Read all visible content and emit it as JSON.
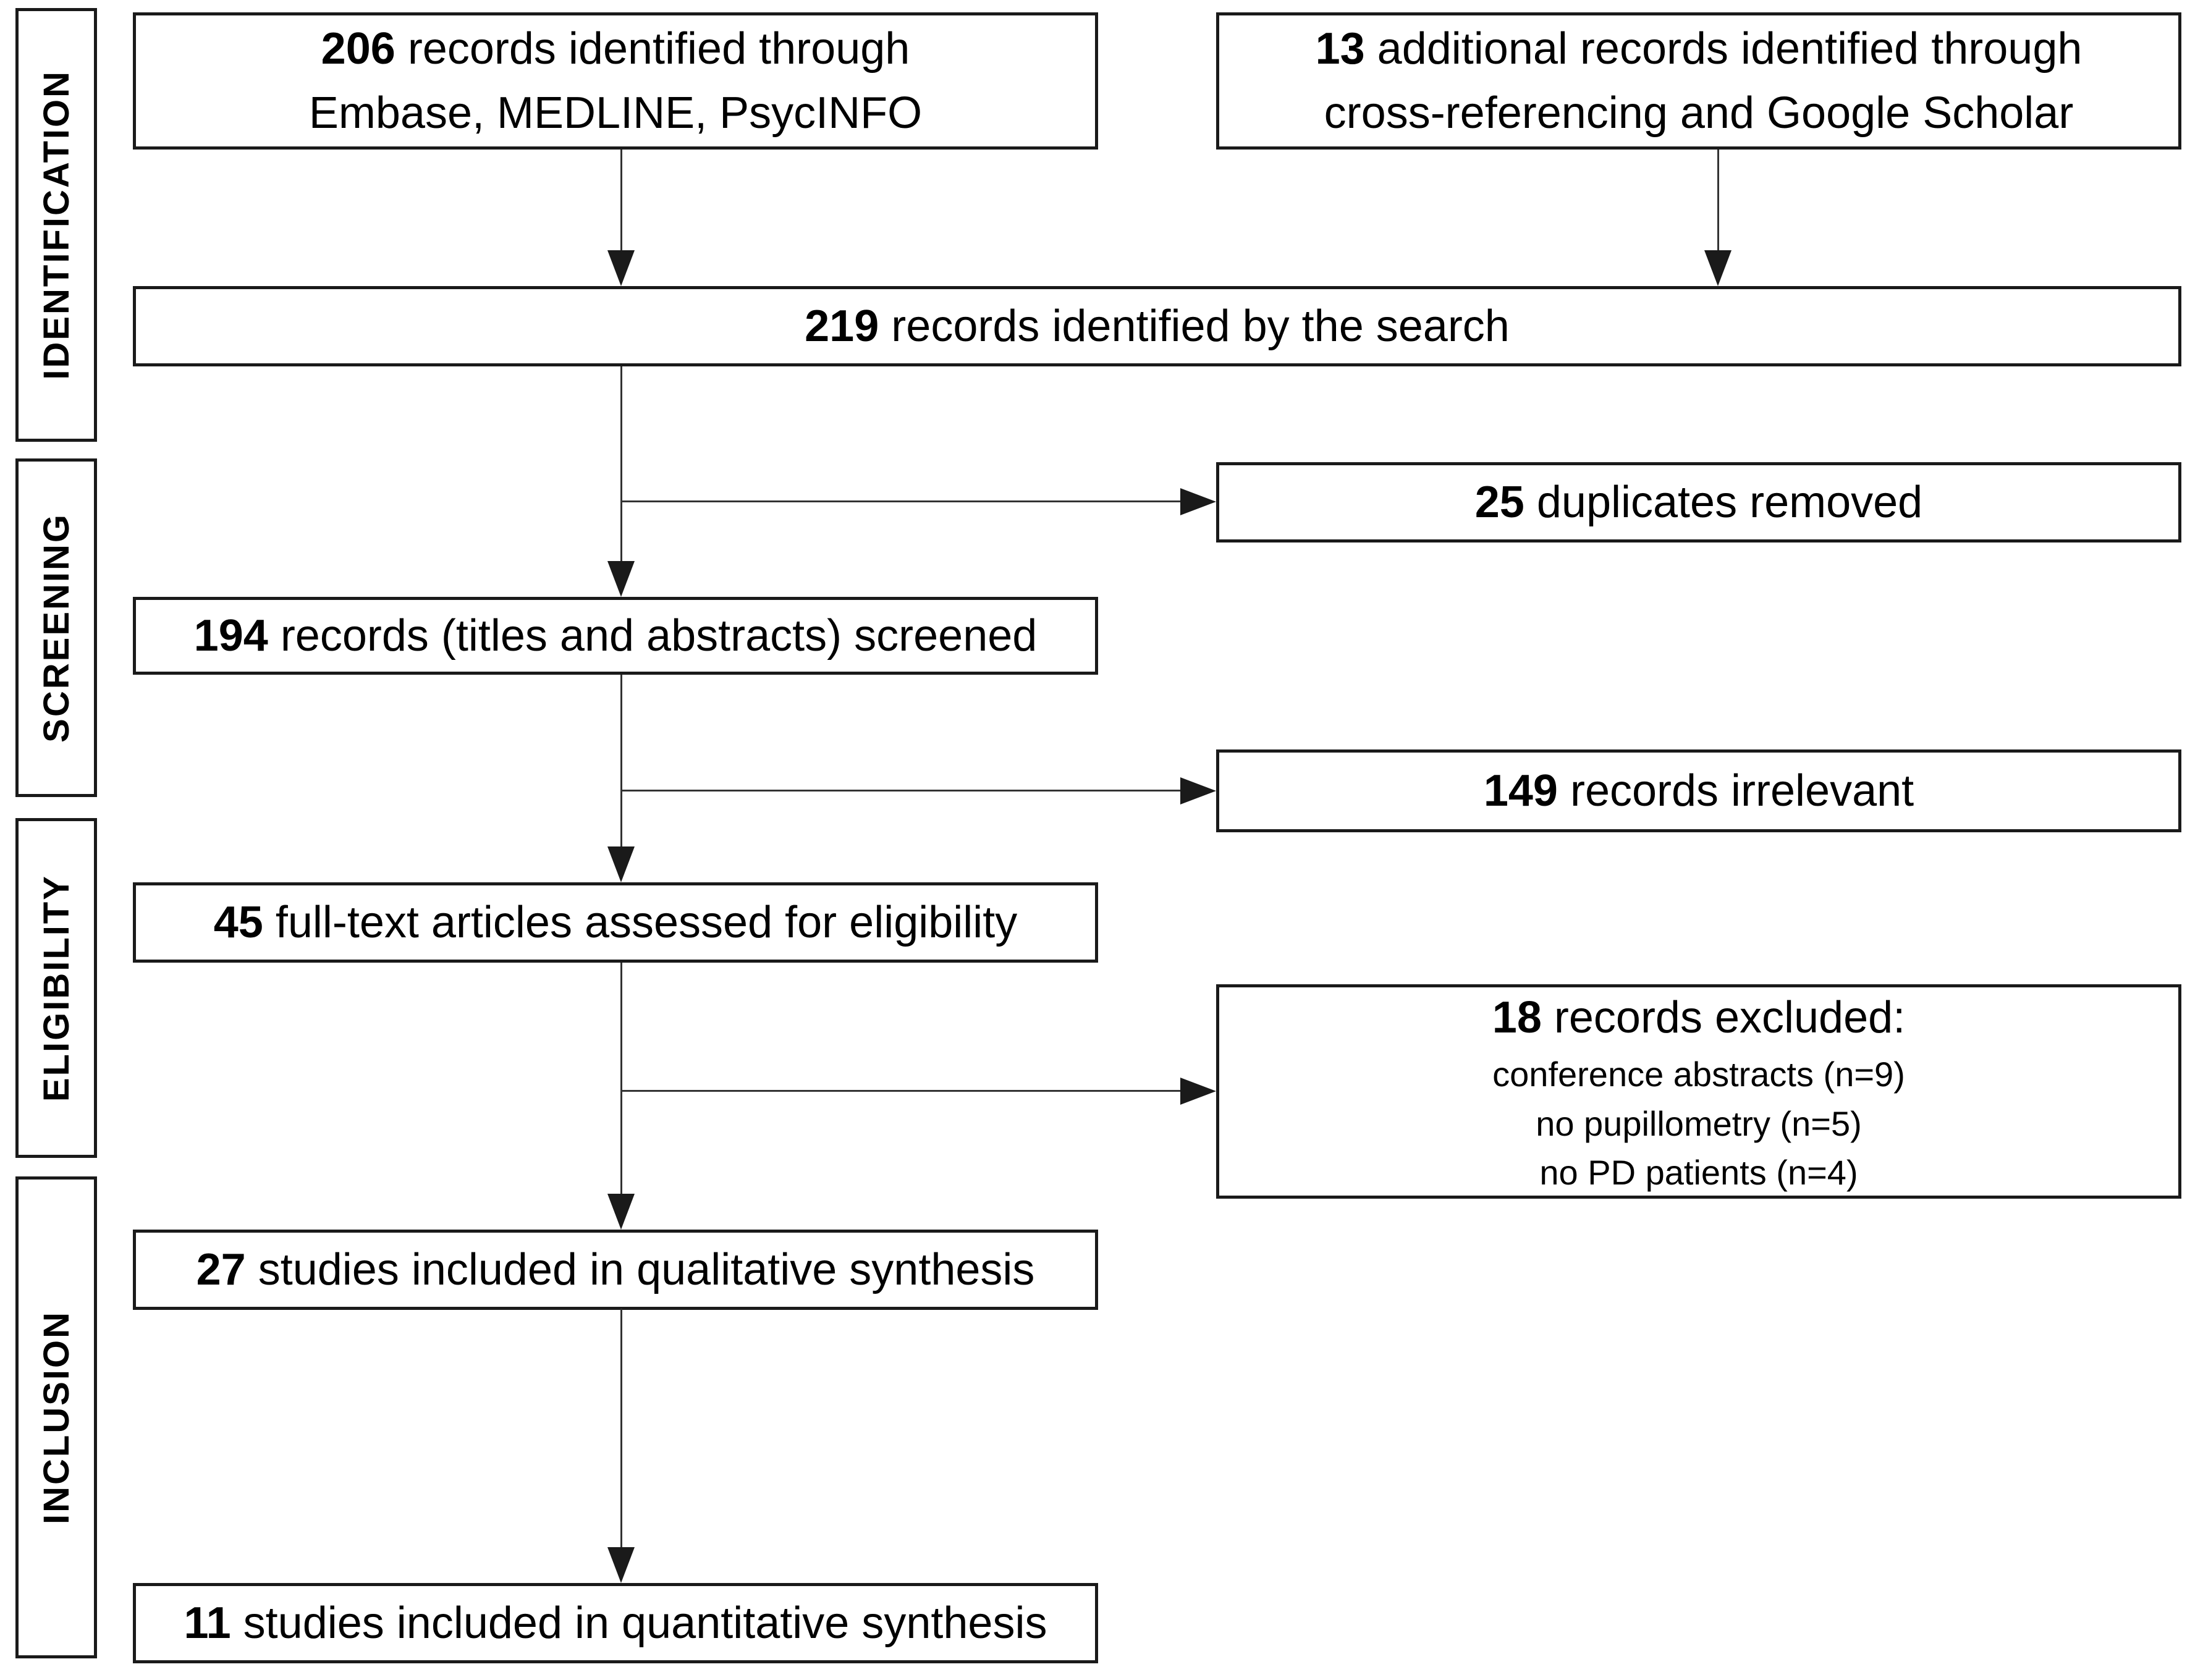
{
  "diagram_type": "PRISMA flow diagram",
  "colors": {
    "background": "#ffffff",
    "border": "#1a1a1a",
    "text": "#000000",
    "line": "#333333"
  },
  "sidebar": {
    "items": [
      {
        "label": "IDENTIFICATION"
      },
      {
        "label": "SCREENING"
      },
      {
        "label": "ELIGIBILITY"
      },
      {
        "label": "INCLUSION"
      }
    ]
  },
  "flow": {
    "identified_databases": {
      "number": "206",
      "text": "records identified through",
      "line2": "Embase, MEDLINE, PsycINFO"
    },
    "identified_other": {
      "number": "13",
      "text": "additional records identified through",
      "line2": "cross-referencing and Google Scholar"
    },
    "identified_total": {
      "number": "219",
      "text": "records identified by the search"
    },
    "duplicates_removed": {
      "number": "25",
      "text": "duplicates removed"
    },
    "screened": {
      "number": "194",
      "text": "records (titles and abstracts) screened"
    },
    "irrelevant": {
      "number": "149",
      "text": "records irrelevant"
    },
    "fulltext_assessed": {
      "number": "45",
      "text": "full-text articles assessed for eligibility"
    },
    "excluded": {
      "number": "18",
      "text": "records excluded:",
      "reasons": [
        "conference abstracts (n=9)",
        "no pupillometry (n=5)",
        "no PD patients (n=4)"
      ]
    },
    "qualitative": {
      "number": "27",
      "text": "studies included in qualitative synthesis"
    },
    "quantitative": {
      "number": "11",
      "text": "studies included in quantitative synthesis"
    }
  }
}
